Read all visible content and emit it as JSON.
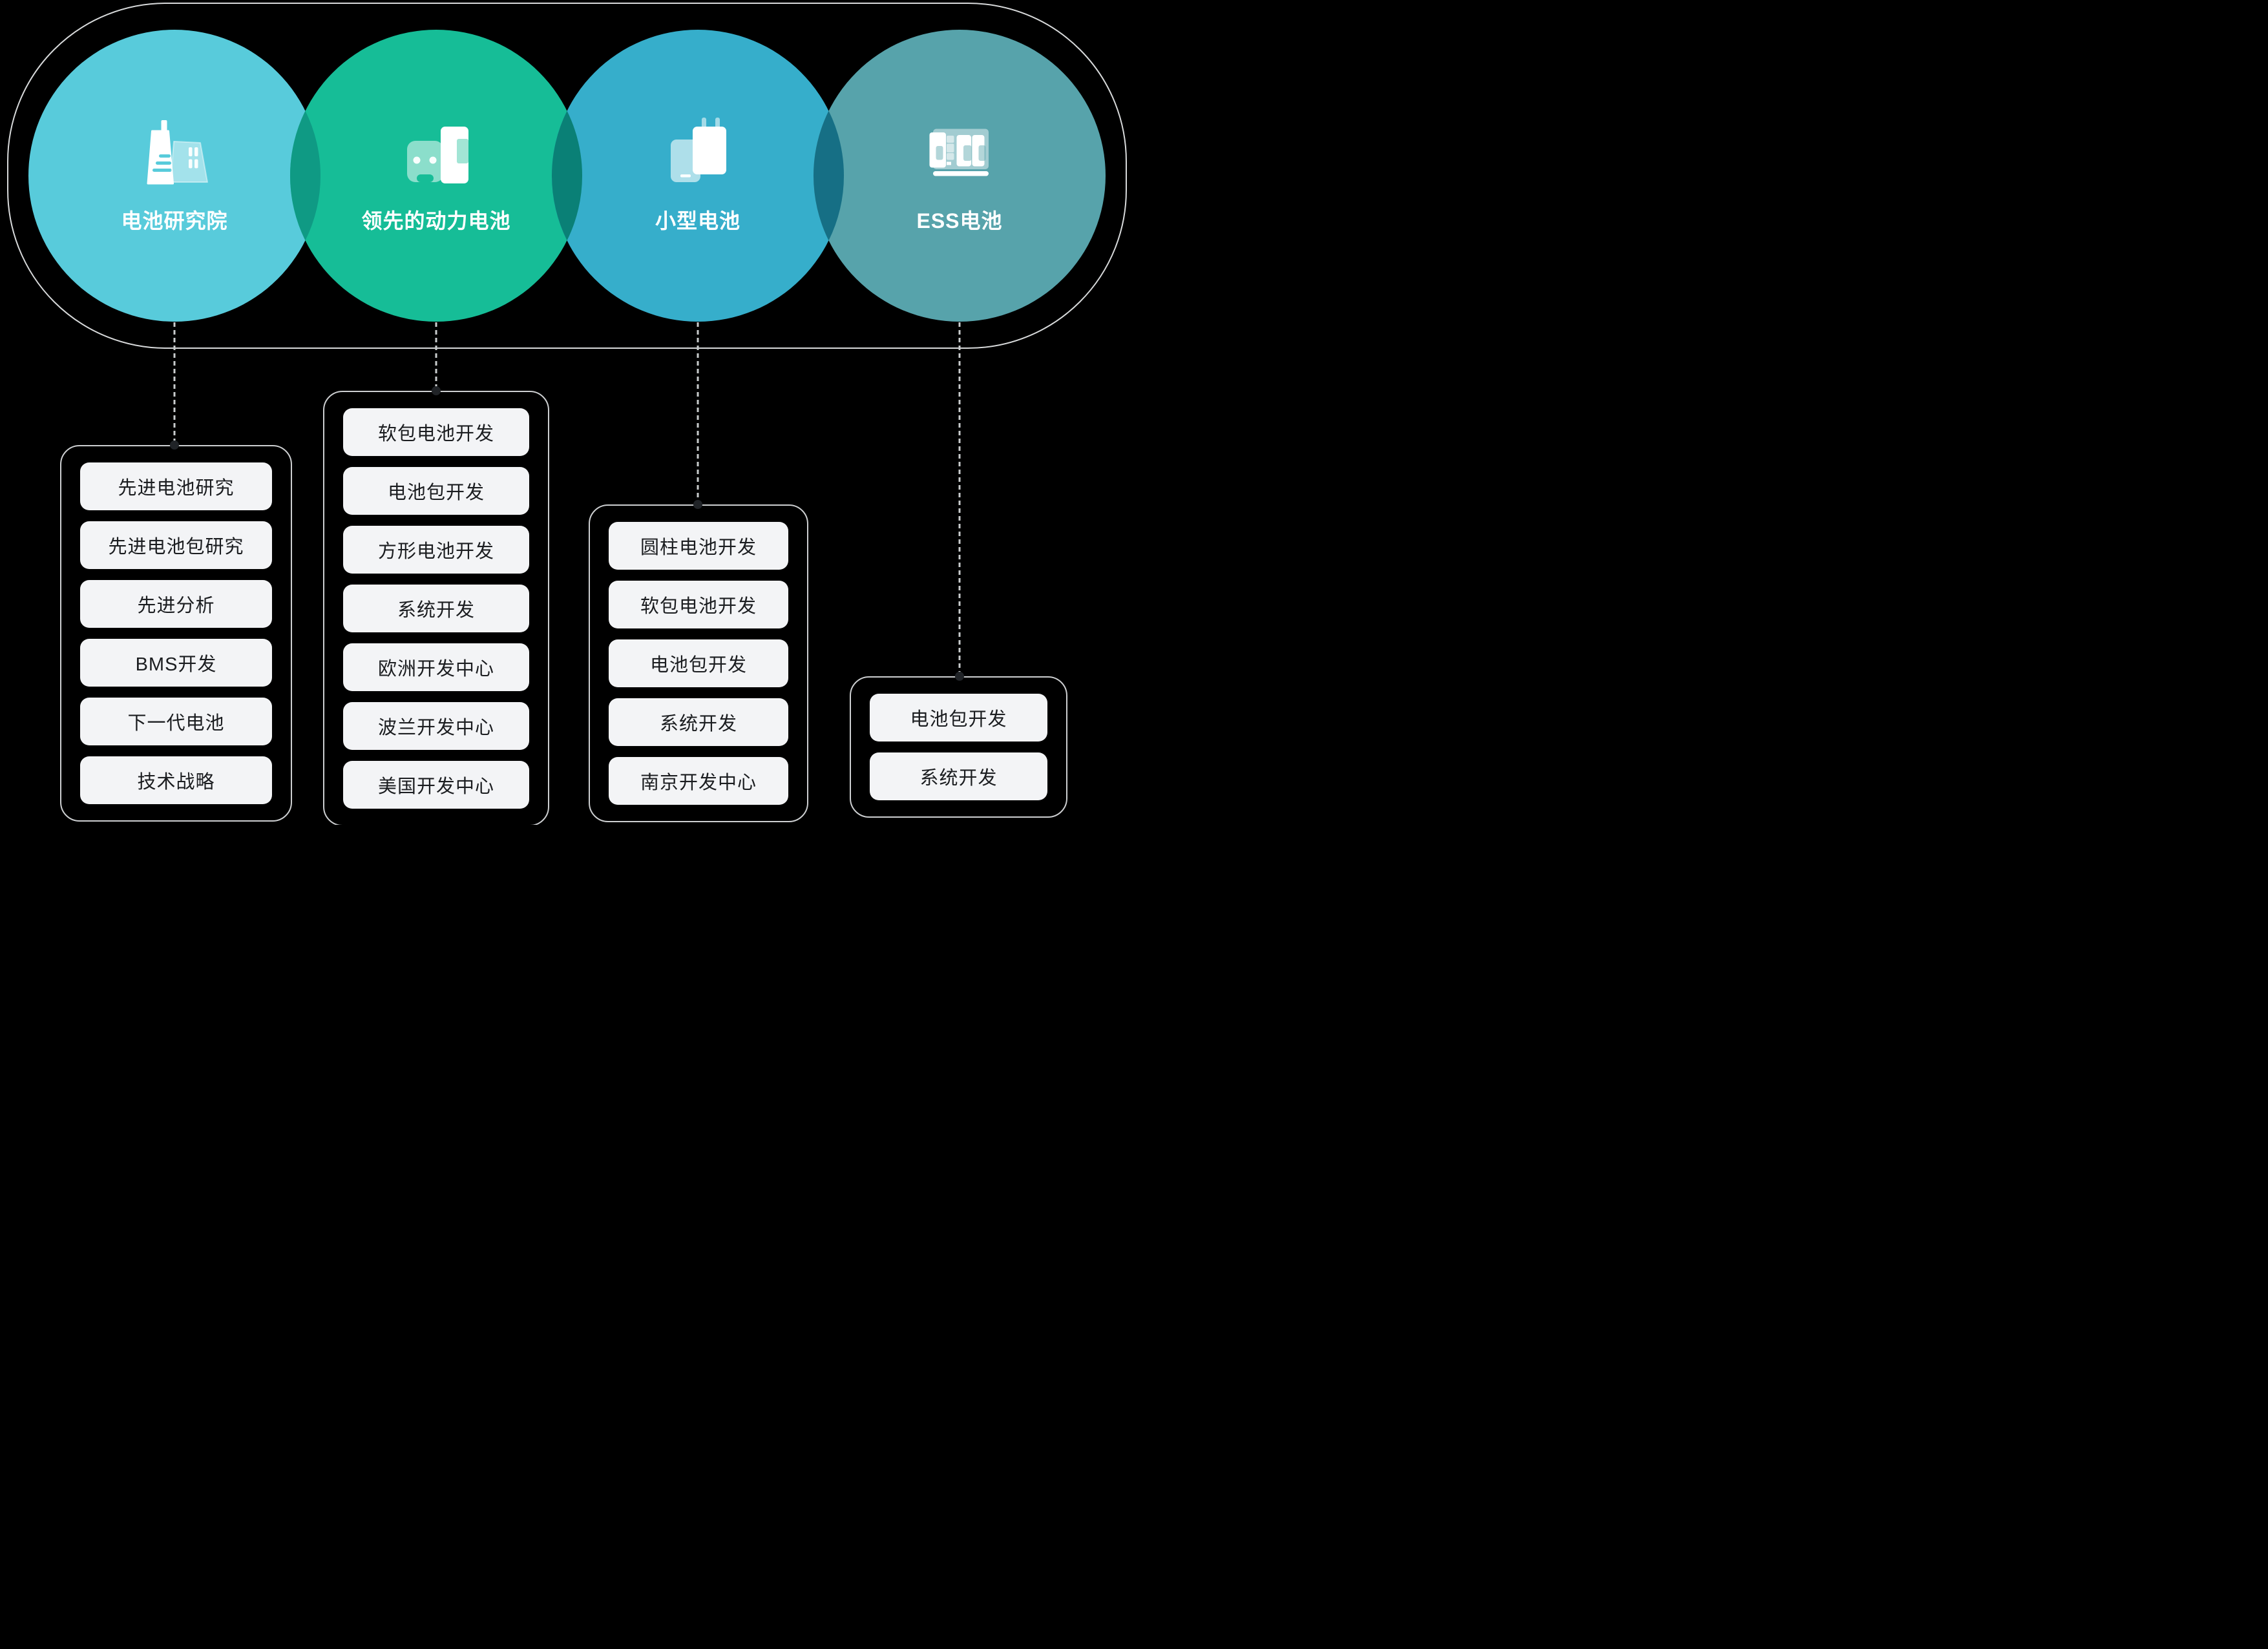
{
  "canvas": {
    "background": "#000000"
  },
  "org": {
    "divisions": [
      {
        "label": "电池研究院",
        "icon": "building-icon",
        "color": "#58CBDB"
      },
      {
        "label": "领先的动力电池",
        "icon": "car-battery-icon",
        "color": "#16BD97"
      },
      {
        "label": "小型电池",
        "icon": "phone-charger-icon",
        "color": "#36AECB"
      },
      {
        "label": "ESS电池",
        "icon": "ess-rack-icon",
        "color": "#57A3AB"
      }
    ],
    "overlaps": [
      {
        "color": "#0F9A84"
      },
      {
        "color": "#0A8076"
      },
      {
        "color": "#166F85"
      }
    ]
  },
  "lists": [
    {
      "items": [
        "先进电池研究",
        "先进电池包研究",
        "先进分析",
        "BMS开发",
        "下一代电池",
        "技术战略"
      ]
    },
    {
      "items": [
        "软包电池开发",
        "电池包开发",
        "方形电池开发",
        "系统开发",
        "欧洲开发中心",
        "波兰开发中心",
        "美国开发中心"
      ]
    },
    {
      "items": [
        "圆柱电池开发",
        "软包电池开发",
        "电池包开发",
        "系统开发",
        "南京开发中心"
      ]
    },
    {
      "items": [
        "电池包开发",
        "系统开发"
      ]
    }
  ]
}
